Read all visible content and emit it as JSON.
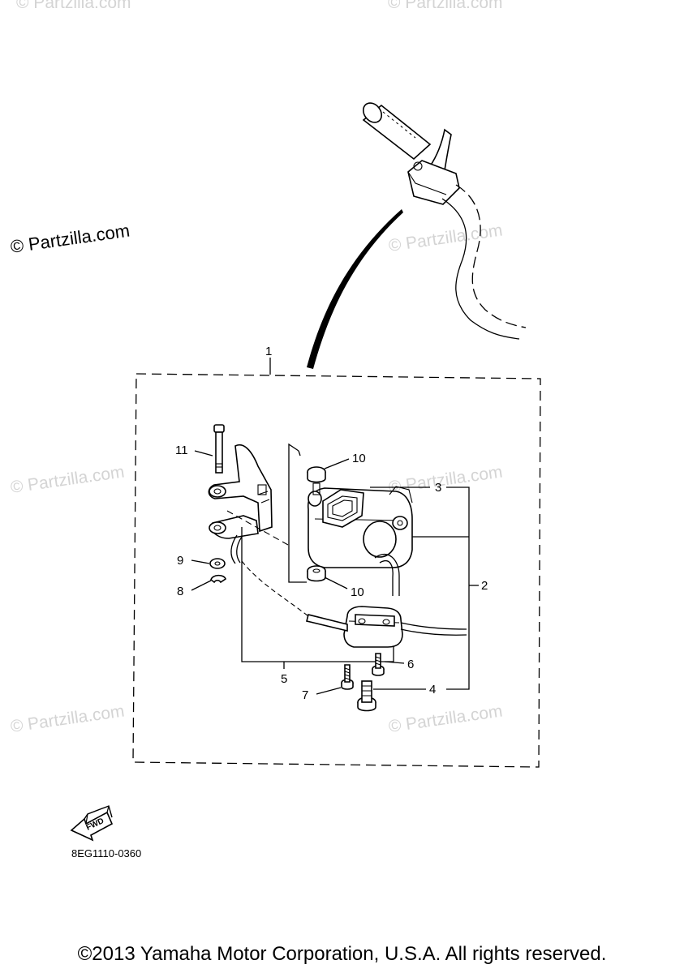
{
  "watermarks": {
    "dark": "© Partzilla.com",
    "light": "© Partzilla.com"
  },
  "callouts": {
    "c1": "1",
    "c2": "2",
    "c3": "3",
    "c4": "4",
    "c5": "5",
    "c6": "6",
    "c7": "7",
    "c8": "8",
    "c9": "9",
    "c10a": "10",
    "c10b": "10",
    "c11": "11"
  },
  "fwd_label": "FWD",
  "diagram_code": "8EG1110-0360",
  "copyright": "©2013 Yamaha Motor Corporation, U.S.A. All rights reserved."
}
